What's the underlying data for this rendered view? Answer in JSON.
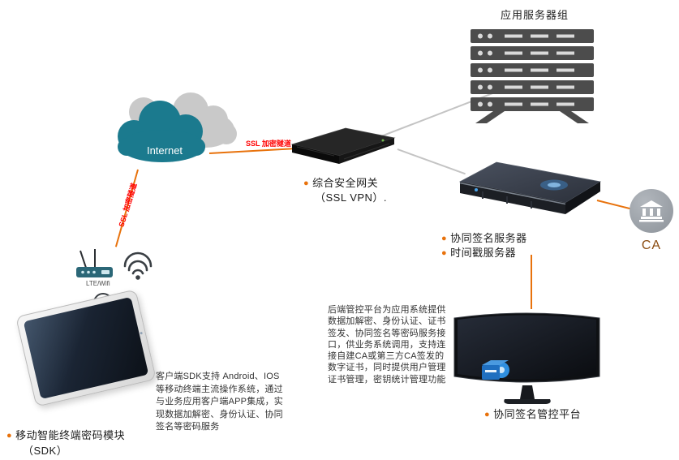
{
  "bullet": "●",
  "colors": {
    "accent_orange": "#e8720c",
    "ssl_red": "#ff0000",
    "device_gray": "#4c4c4c",
    "cloud_teal": "#1b7a8e",
    "cloud_gray": "#c9c9c9",
    "line_gray": "#c4c4c4"
  },
  "nodes": {
    "app_servers": {
      "label": "应用服务器组"
    },
    "internet": {
      "label": "Internet"
    },
    "gateway": {
      "label": "综合安全网关",
      "sublabel": "（SSL VPN）."
    },
    "sign_server": {
      "label": "协同签名服务器"
    },
    "timestamp_server": {
      "label": "时间戳服务器"
    },
    "ca": {
      "label": "CA"
    },
    "monitor": {
      "label": "协同签名管控平台"
    },
    "tablet": {
      "label": "移动智能终端密码模块",
      "sublabel": "（SDK）"
    },
    "router": {
      "label": "LTE/Wifi"
    }
  },
  "connections": {
    "cloud_gateway": {
      "label": "SSL 加密隧道"
    },
    "cloud_router": {
      "label": "SSL 加密隧道"
    }
  },
  "notes": {
    "sdk": "客户端SDK支持 Android、IOS等移动终端主流操作系统，通过与业务应用客户端APP集成，实现数据加解密、身份认证、协同签名等密码服务",
    "backend": "后端管控平台为应用系统提供数据加解密、身份认证、证书签发、协同签名等密码服务接口，供业务系统调用，支持连接自建CA或第三方CA签发的数字证书，同时提供用户管理证书管理，密钥统计管理功能"
  }
}
